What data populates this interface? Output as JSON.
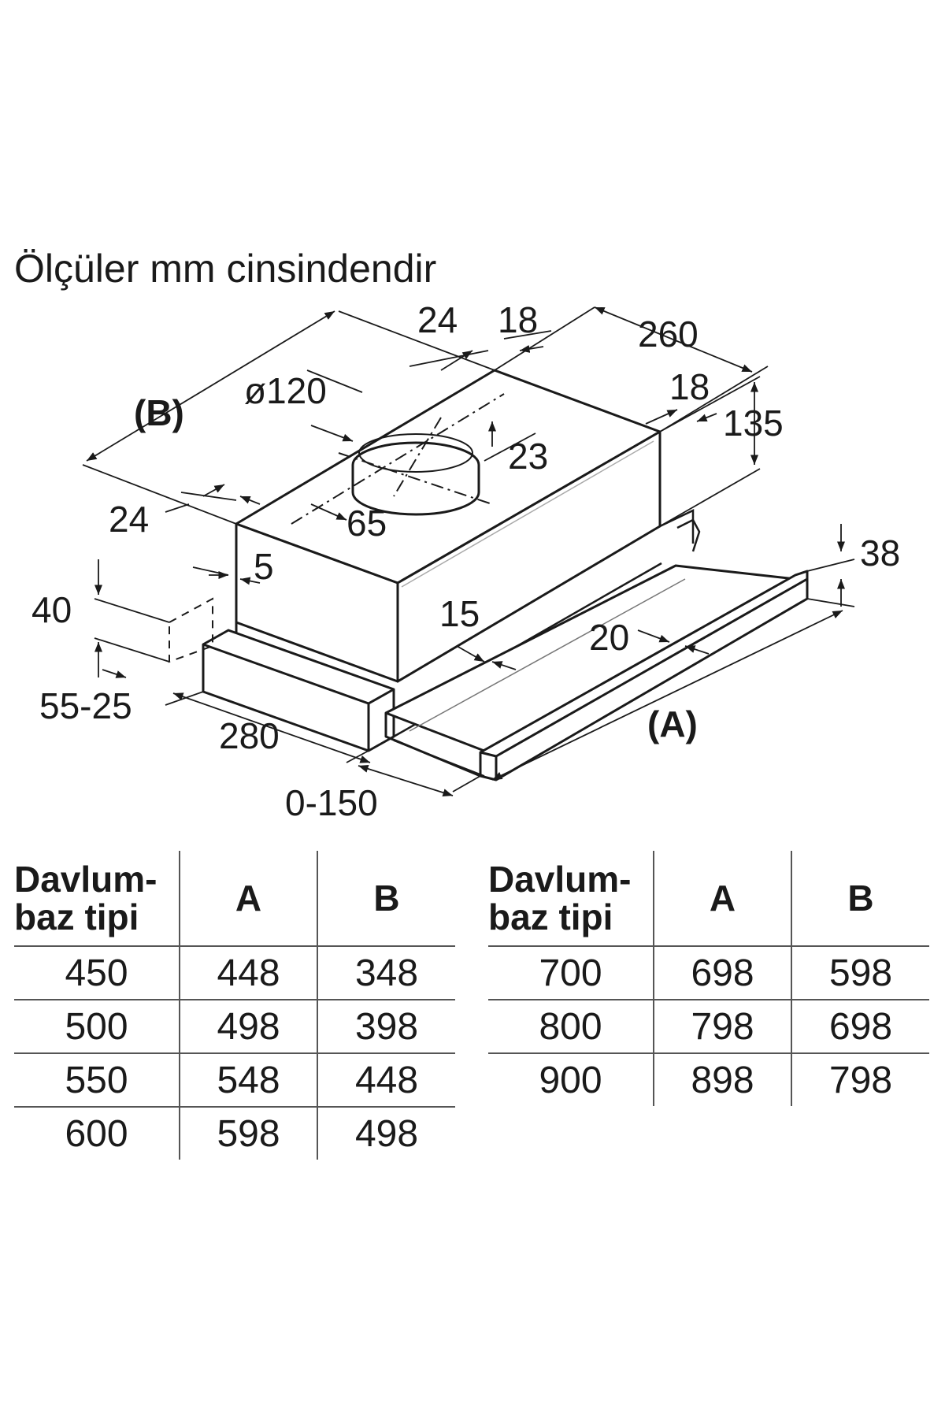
{
  "caption": "Ölçüler mm cinsindendir",
  "dimensions": {
    "b_label": "(B)",
    "a_label": "(A)",
    "d24_top": "24",
    "d18_top": "18",
    "d260": "260",
    "d18_right": "18",
    "d135": "135",
    "d120": "ø120",
    "d23": "23",
    "d65": "65",
    "d24_left": "24",
    "d5": "5",
    "d40": "40",
    "d55_25": "55-25",
    "d280": "280",
    "d0_150": "0-150",
    "d15": "15",
    "d20": "20",
    "d38": "38"
  },
  "tables": [
    {
      "header": {
        "type": "Davlum-\nbaz tipi",
        "a": "A",
        "b": "B"
      },
      "rows": [
        {
          "type": "450",
          "a": "448",
          "b": "348"
        },
        {
          "type": "500",
          "a": "498",
          "b": "398"
        },
        {
          "type": "550",
          "a": "548",
          "b": "448"
        },
        {
          "type": "600",
          "a": "598",
          "b": "498"
        }
      ]
    },
    {
      "header": {
        "type": "Davlum-\nbaz tipi",
        "a": "A",
        "b": "B"
      },
      "rows": [
        {
          "type": "700",
          "a": "698",
          "b": "598"
        },
        {
          "type": "800",
          "a": "798",
          "b": "698"
        },
        {
          "type": "900",
          "a": "898",
          "b": "798"
        }
      ]
    }
  ]
}
